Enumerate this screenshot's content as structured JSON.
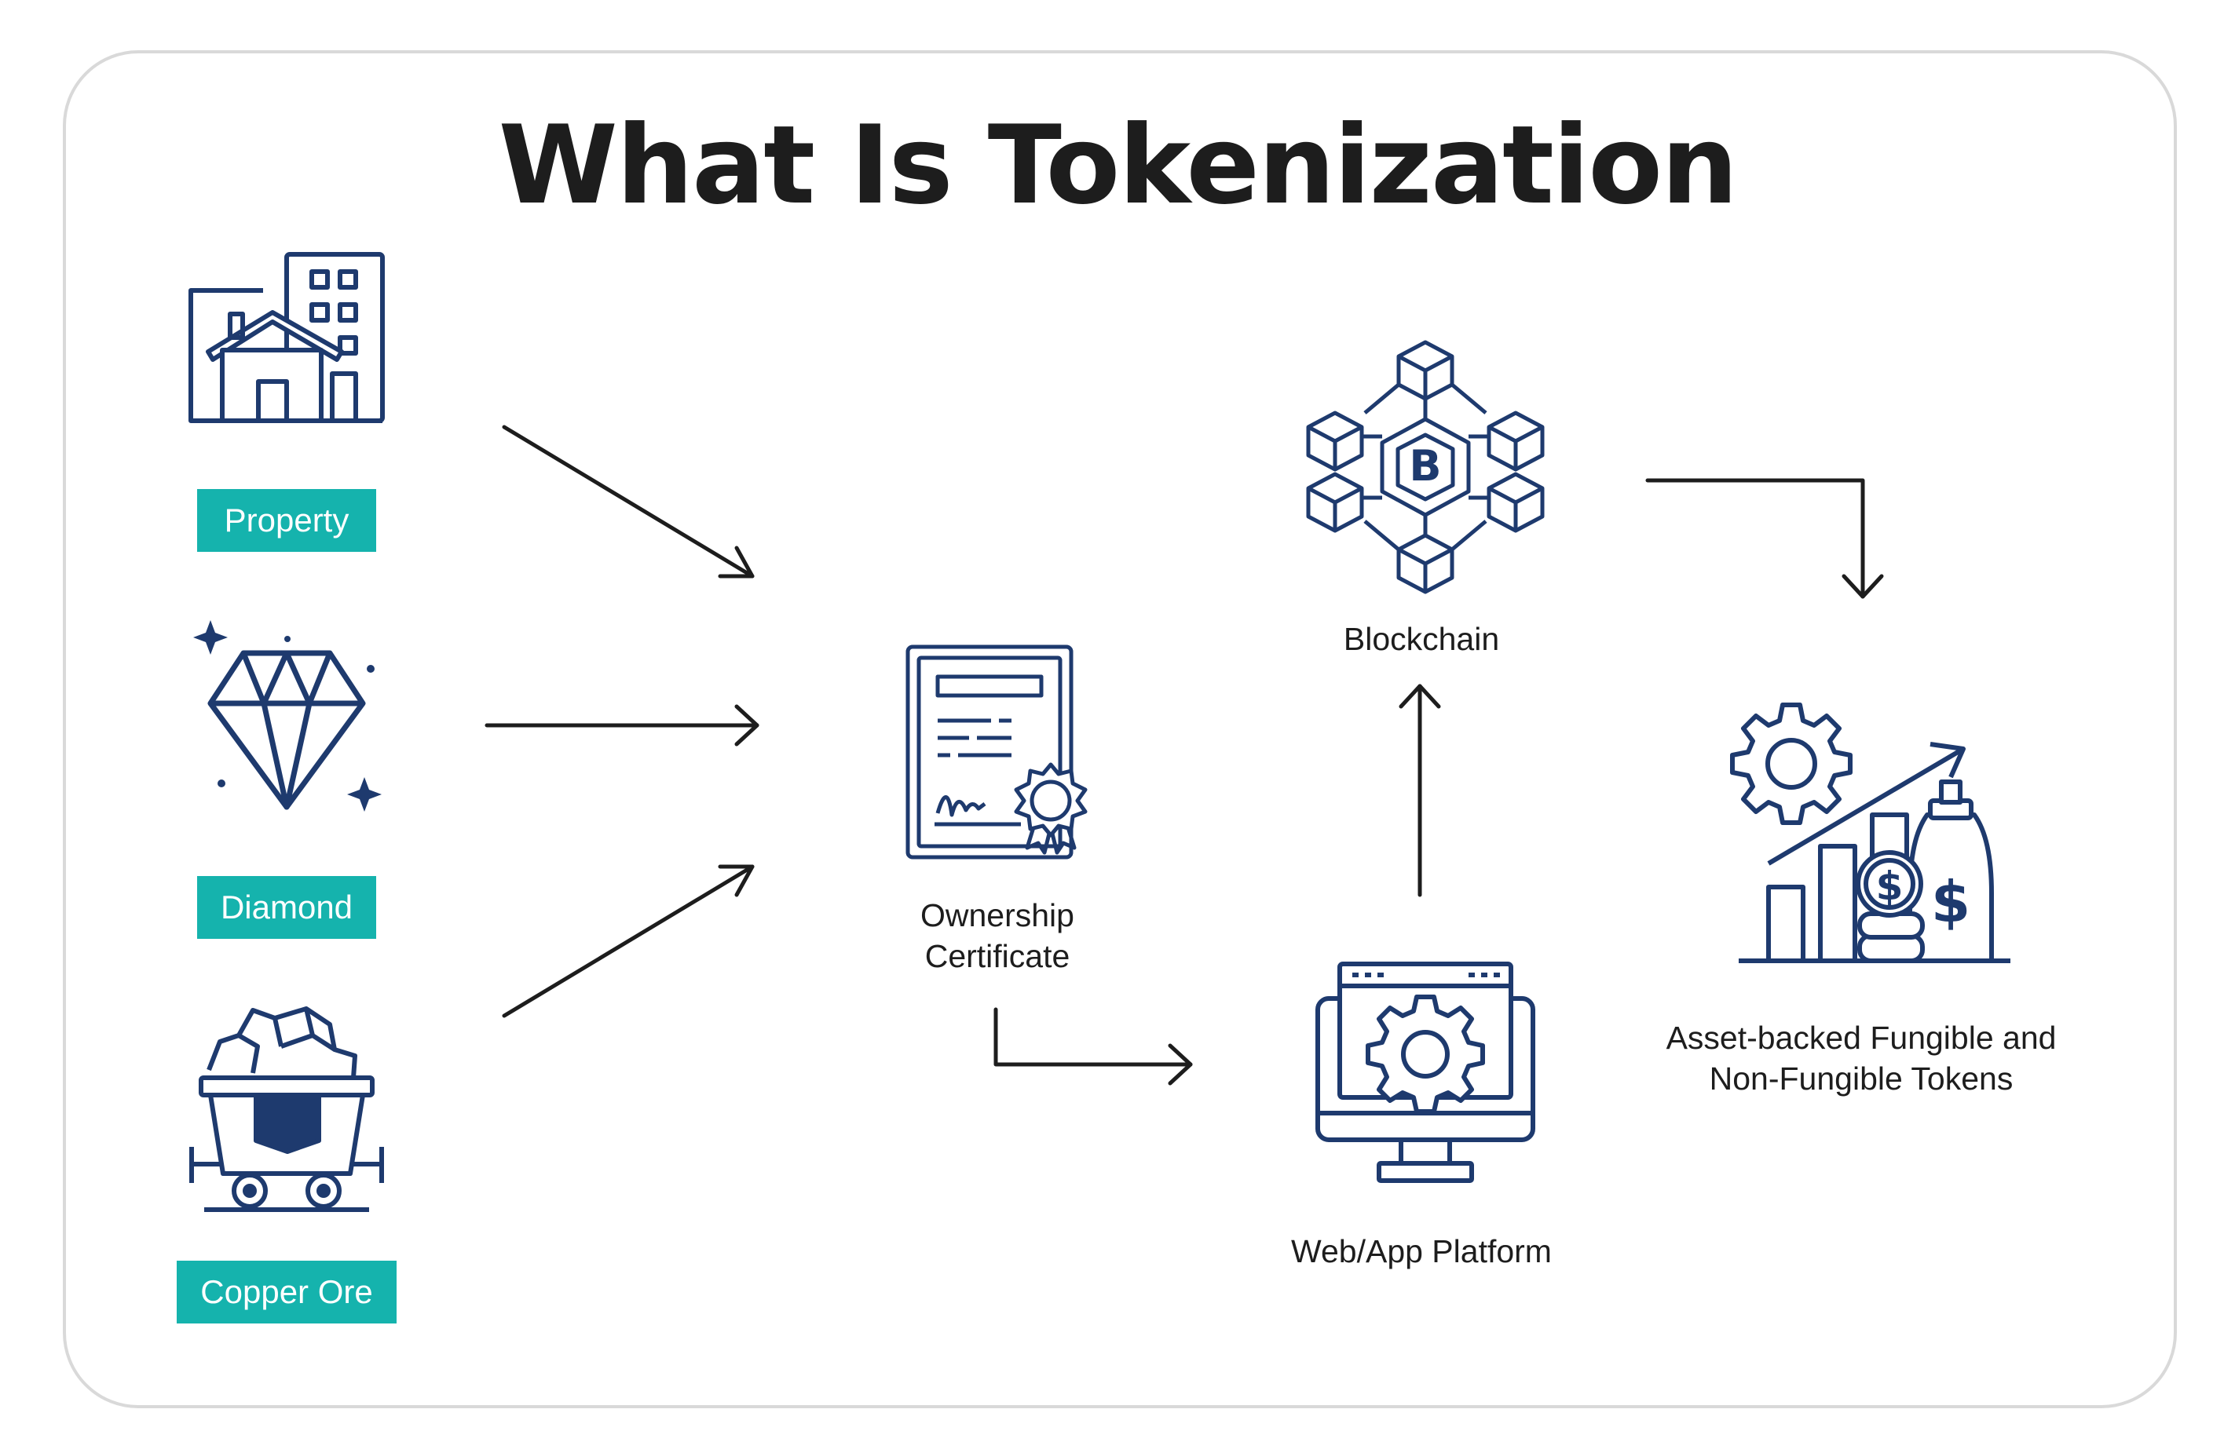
{
  "title": "What Is Tokenization",
  "assets": {
    "property": "Property",
    "diamond": "Diamond",
    "copper_ore": "Copper Ore"
  },
  "steps": {
    "ownership_certificate": [
      "Ownership",
      "Certificate"
    ],
    "web_app_platform": "Web/App Platform",
    "blockchain": "Blockchain",
    "tokens": [
      "Asset-backed Fungible and",
      "Non-Fungible Tokens"
    ]
  },
  "colors": {
    "icon_navy": "#1e3a6e",
    "tag_teal": "#15b3ad",
    "text": "#1d1d1d",
    "card_border": "#d9d9d9"
  },
  "icons": [
    "building-house-icon",
    "diamond-icon",
    "mine-cart-icon",
    "certificate-icon",
    "blockchain-icon",
    "computer-gear-icon",
    "growth-tokens-icon"
  ]
}
